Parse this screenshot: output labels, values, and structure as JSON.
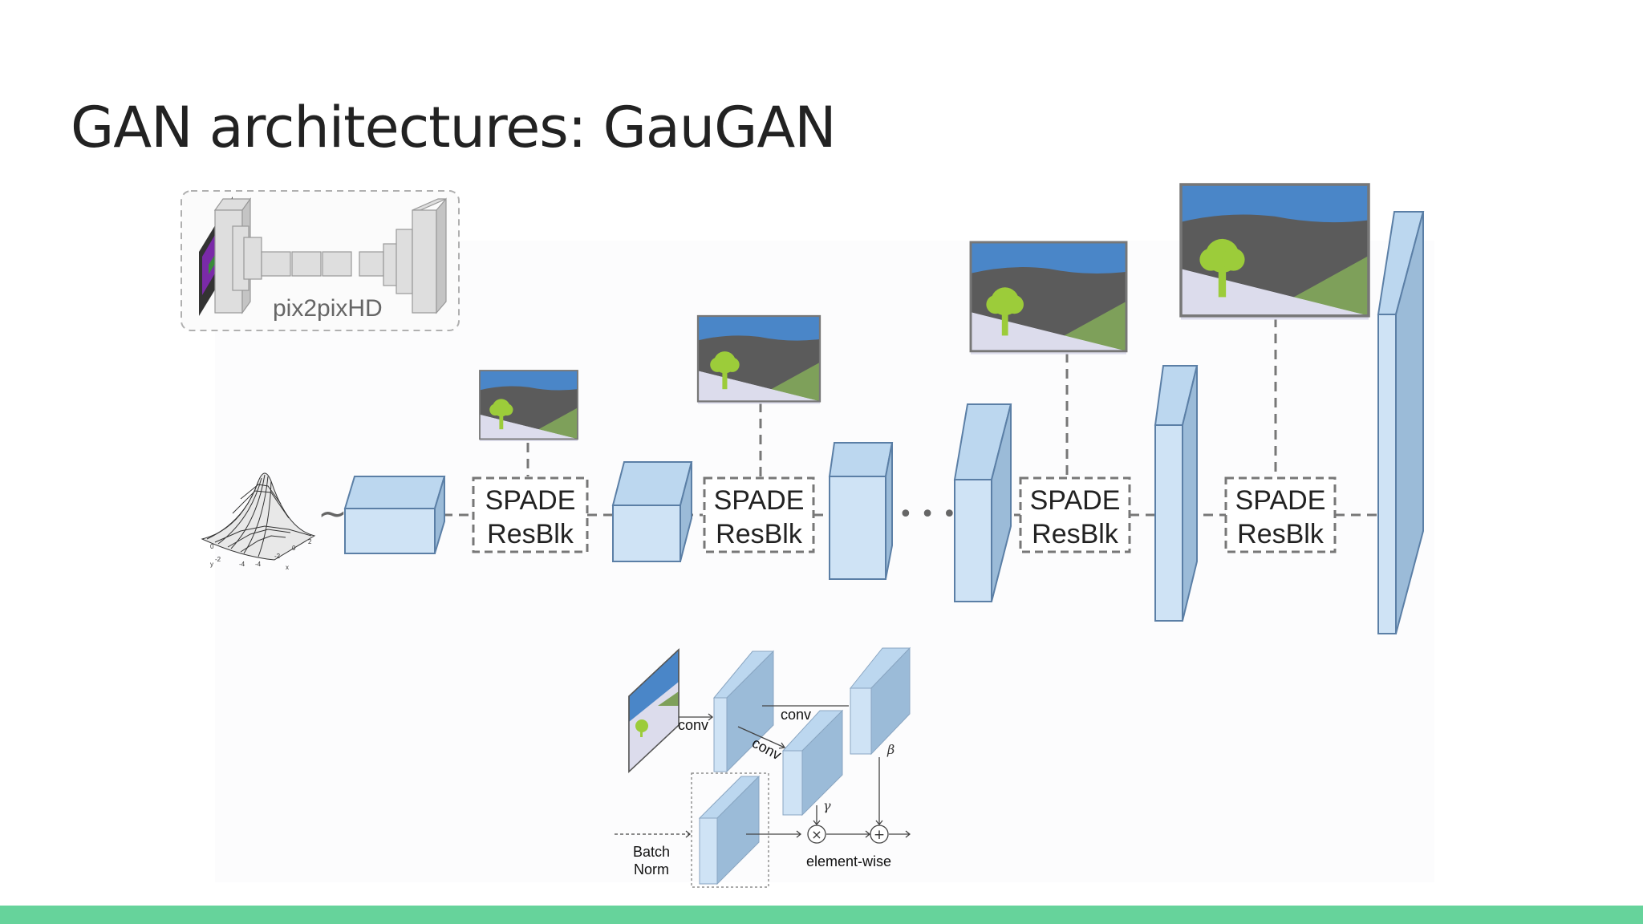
{
  "slide": {
    "title": "GAN architectures: GauGAN"
  },
  "diagram": {
    "inset_label": "pix2pixHD",
    "tilde": "~",
    "ellipsis": "• • •",
    "spade_blocks": [
      {
        "line1": "SPADE",
        "line2": "ResBlk"
      },
      {
        "line1": "SPADE",
        "line2": "ResBlk"
      },
      {
        "line1": "SPADE",
        "line2": "ResBlk"
      },
      {
        "line1": "SPADE",
        "line2": "ResBlk"
      }
    ],
    "detail": {
      "conv_a": "conv",
      "conv_b": "conv",
      "conv_c": "conv",
      "gamma": "γ",
      "beta": "β",
      "batch_norm_1": "Batch",
      "batch_norm_2": "Norm",
      "element_wise": "element-wise",
      "multiply": "×",
      "add": "+"
    },
    "colors": {
      "block_front": "#cfe3f5",
      "block_side": "#9bbbd8",
      "block_top": "#bcd7ef",
      "block_stroke": "#5b7fa6",
      "dash": "#777777",
      "sky": "#4a86c8",
      "ground": "#5b5b5b",
      "grass": "#7ea05a",
      "snow": "#dcdcec",
      "tree": "#9ccc3a",
      "accent_bar": "#66d39b"
    }
  }
}
